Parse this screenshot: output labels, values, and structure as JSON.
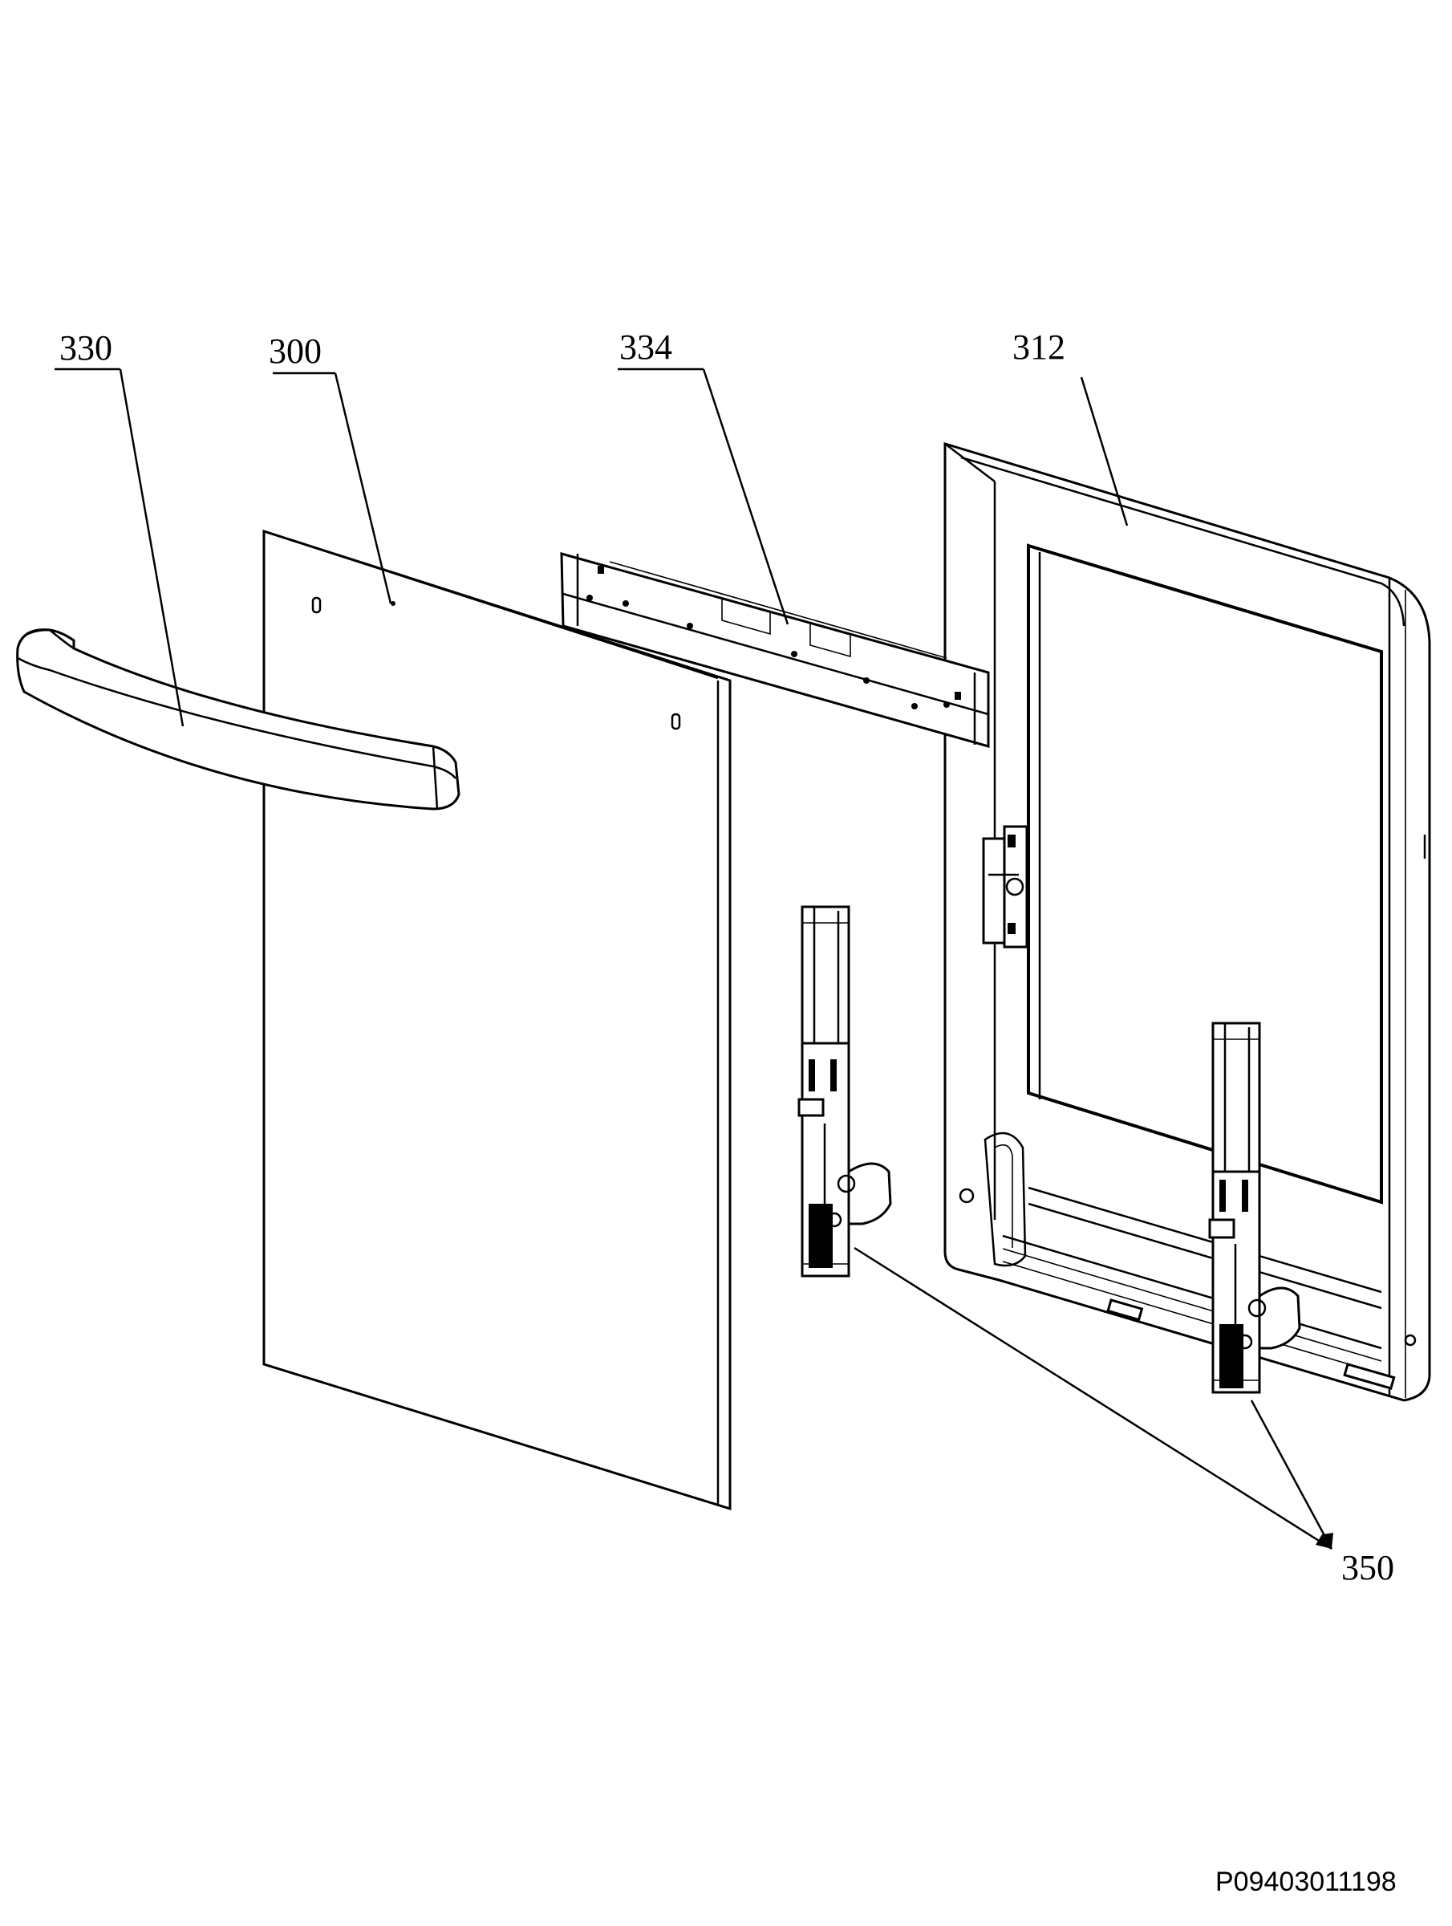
{
  "callouts": {
    "c330": "330",
    "c300": "300",
    "c334": "334",
    "c312": "312",
    "c350": "350"
  },
  "drawing_code": "P09403011198",
  "parts": [
    "handle",
    "outer-glass-panel",
    "top-bracket",
    "door-frame",
    "door-hinge"
  ],
  "colors": {
    "line": "#000000",
    "background": "#ffffff"
  }
}
